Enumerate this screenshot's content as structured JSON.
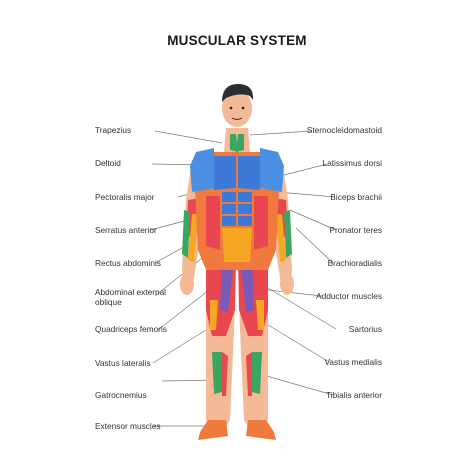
{
  "title": "MUSCULAR SYSTEM",
  "labels_left": [
    "Trapezius",
    "Deltoid",
    "Pectoralis major",
    "Serratus anterior",
    "Rectus abdominis",
    "Abdominal external",
    "oblique",
    "Quadriceps femoris",
    "Vastus lateralis",
    "Gatrocnemius",
    "Extensor muscles"
  ],
  "labels_right": [
    "Sternocleidomastoid",
    "Latissimus dorsi",
    "Biceps brachii",
    "Pronator teres",
    "Brachioradialis",
    "Adductor muscles",
    "Sartorius",
    "Vastus medialis",
    "Tibialis anterior"
  ],
  "colors": {
    "skin": "#f4b996",
    "hair": "#2b2b33",
    "pectoral_blue": "#4a8fe3",
    "abdomen_blue": "#3d7ad8",
    "orange": "#f07a3e",
    "red": "#e8474f",
    "yellow": "#f5a623",
    "green": "#3aa660",
    "purple": "#7a5ab8",
    "line": "#777777"
  }
}
